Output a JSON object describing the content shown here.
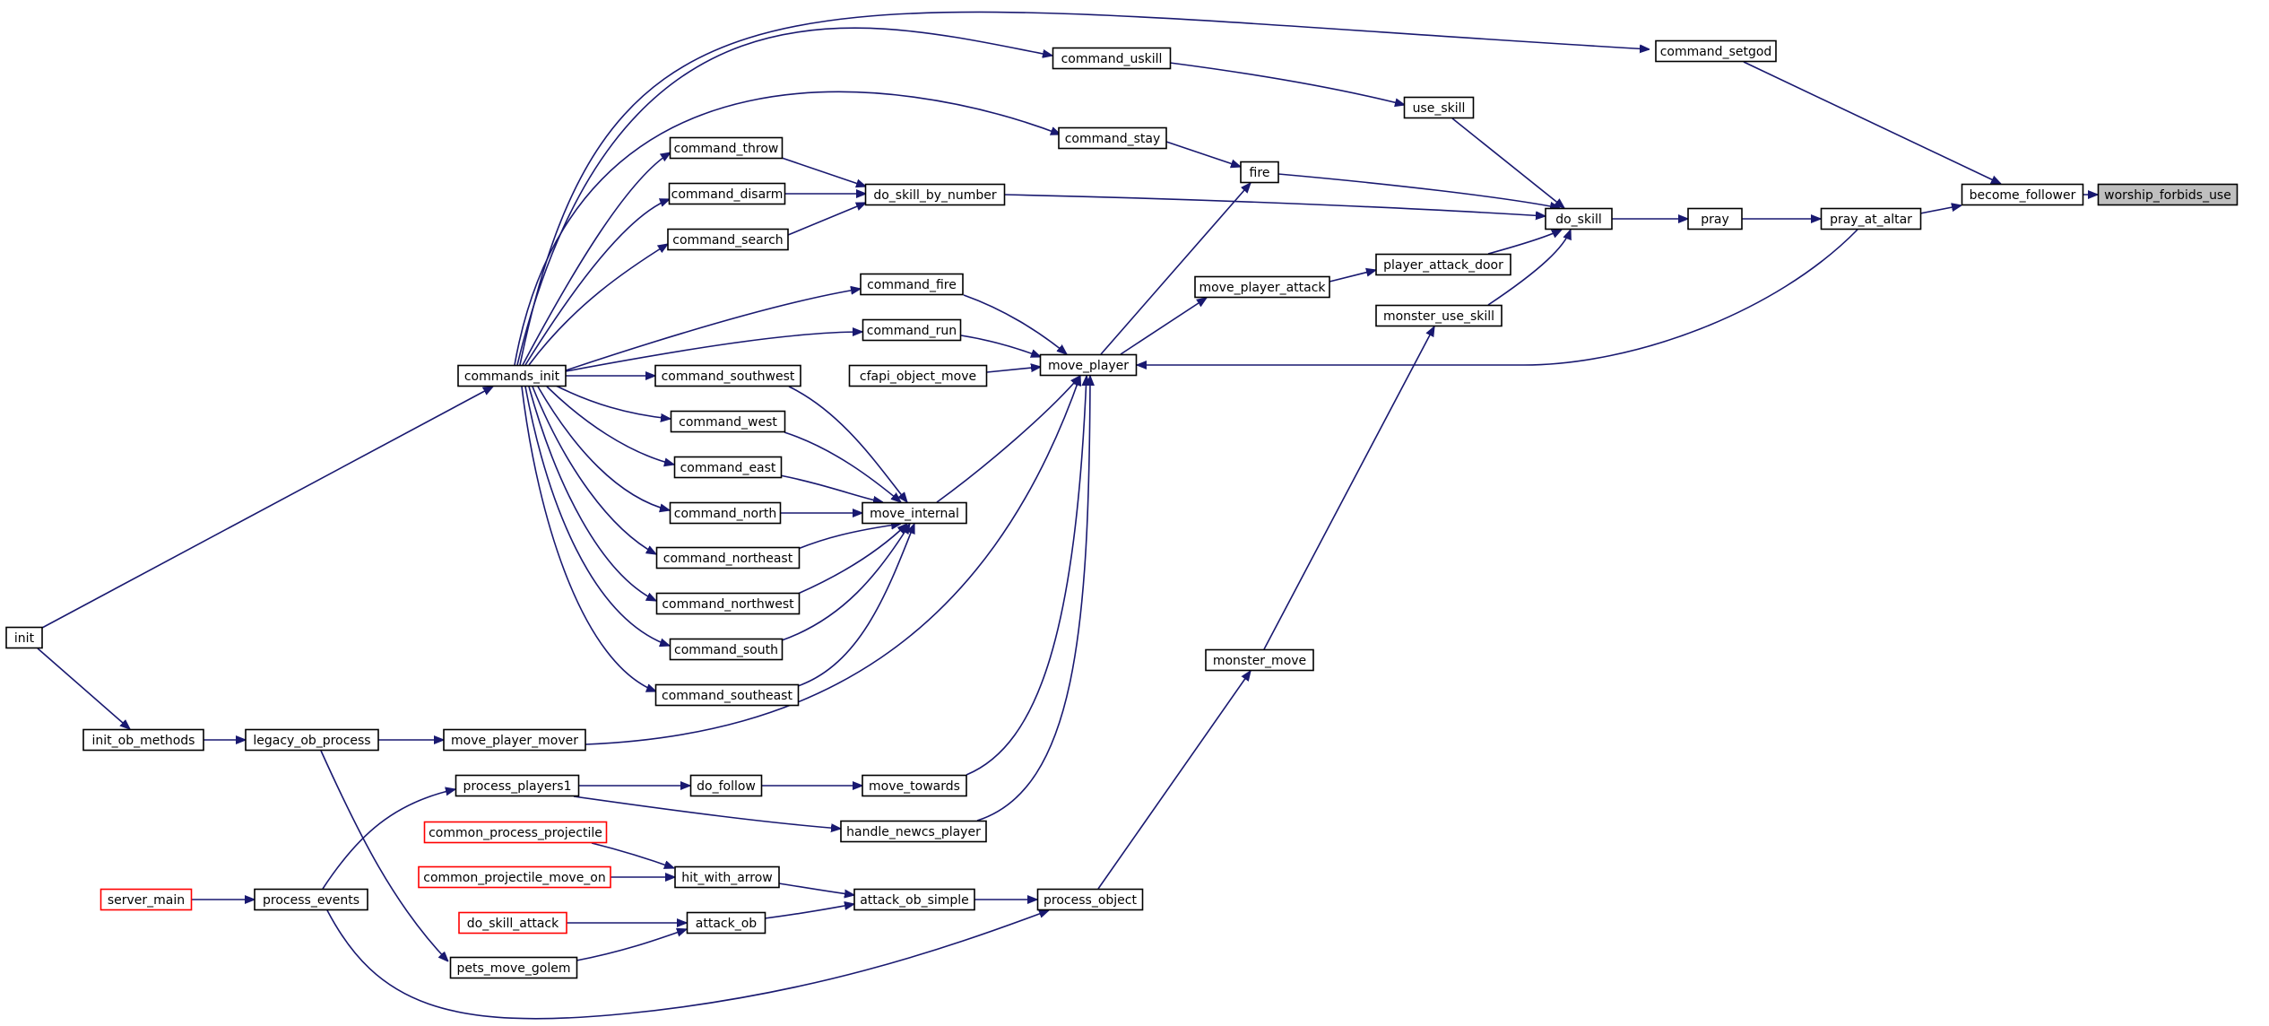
{
  "colors": {
    "edge": "#191970",
    "node_border": "#000000",
    "missing_border": "#ff0000",
    "current_fill": "#bfbfbf"
  },
  "nodes": {
    "worship_forbids_use": "worship_forbids_use",
    "become_follower": "become_follower",
    "command_setgod": "command_setgod",
    "pray_at_altar": "pray_at_altar",
    "pray": "pray",
    "do_skill": "do_skill",
    "command_uskill": "command_uskill",
    "use_skill": "use_skill",
    "command_stay": "command_stay",
    "fire": "fire",
    "do_skill_by_number": "do_skill_by_number",
    "command_throw": "command_throw",
    "command_disarm": "command_disarm",
    "command_search": "command_search",
    "player_attack_door": "player_attack_door",
    "move_player_attack": "move_player_attack",
    "monster_use_skill": "monster_use_skill",
    "command_fire": "command_fire",
    "command_run": "command_run",
    "cfapi_object_move": "cfapi_object_move",
    "move_player": "move_player",
    "commands_init": "commands_init",
    "command_southwest": "command_southwest",
    "command_west": "command_west",
    "command_east": "command_east",
    "command_north": "command_north",
    "move_internal": "move_internal",
    "command_northeast": "command_northeast",
    "command_northwest": "command_northwest",
    "command_south": "command_south",
    "command_southeast": "command_southeast",
    "init": "init",
    "monster_move": "monster_move",
    "init_ob_methods": "init_ob_methods",
    "legacy_ob_process": "legacy_ob_process",
    "move_player_mover": "move_player_mover",
    "process_players1": "process_players1",
    "do_follow": "do_follow",
    "move_towards": "move_towards",
    "handle_newcs_player": "handle_newcs_player",
    "common_process_projectile": "common_process_projectile",
    "common_projectile_move_on": "common_projectile_move_on",
    "hit_with_arrow": "hit_with_arrow",
    "server_main": "server_main",
    "process_events": "process_events",
    "attack_ob_simple": "attack_ob_simple",
    "process_object": "process_object",
    "do_skill_attack": "do_skill_attack",
    "attack_ob": "attack_ob",
    "pets_move_golem": "pets_move_golem"
  },
  "current_node": "worship_forbids_use",
  "missing_nodes": [
    "common_process_projectile",
    "common_projectile_move_on",
    "server_main",
    "do_skill_attack"
  ],
  "edges": [
    [
      "become_follower",
      "worship_forbids_use"
    ],
    [
      "command_setgod",
      "become_follower"
    ],
    [
      "pray_at_altar",
      "become_follower"
    ],
    [
      "pray",
      "pray_at_altar"
    ],
    [
      "do_skill",
      "pray"
    ],
    [
      "use_skill",
      "do_skill"
    ],
    [
      "fire",
      "do_skill"
    ],
    [
      "do_skill_by_number",
      "do_skill"
    ],
    [
      "player_attack_door",
      "do_skill"
    ],
    [
      "monster_use_skill",
      "do_skill"
    ],
    [
      "command_uskill",
      "use_skill"
    ],
    [
      "command_stay",
      "fire"
    ],
    [
      "move_player",
      "fire"
    ],
    [
      "command_throw",
      "do_skill_by_number"
    ],
    [
      "command_disarm",
      "do_skill_by_number"
    ],
    [
      "command_search",
      "do_skill_by_number"
    ],
    [
      "move_player_attack",
      "player_attack_door"
    ],
    [
      "move_player",
      "move_player_attack"
    ],
    [
      "monster_move",
      "monster_use_skill"
    ],
    [
      "command_fire",
      "move_player"
    ],
    [
      "command_run",
      "move_player"
    ],
    [
      "cfapi_object_move",
      "move_player"
    ],
    [
      "move_internal",
      "move_player"
    ],
    [
      "move_player_mover",
      "move_player"
    ],
    [
      "move_towards",
      "move_player"
    ],
    [
      "handle_newcs_player",
      "move_player"
    ],
    [
      "pray_at_altar",
      "move_player"
    ],
    [
      "commands_init",
      "command_setgod"
    ],
    [
      "commands_init",
      "command_uskill"
    ],
    [
      "commands_init",
      "command_stay"
    ],
    [
      "commands_init",
      "command_throw"
    ],
    [
      "commands_init",
      "command_disarm"
    ],
    [
      "commands_init",
      "command_search"
    ],
    [
      "commands_init",
      "command_fire"
    ],
    [
      "commands_init",
      "command_run"
    ],
    [
      "commands_init",
      "command_southwest"
    ],
    [
      "commands_init",
      "command_west"
    ],
    [
      "commands_init",
      "command_east"
    ],
    [
      "commands_init",
      "command_north"
    ],
    [
      "commands_init",
      "command_northeast"
    ],
    [
      "commands_init",
      "command_northwest"
    ],
    [
      "commands_init",
      "command_south"
    ],
    [
      "commands_init",
      "command_southeast"
    ],
    [
      "command_southwest",
      "move_internal"
    ],
    [
      "command_west",
      "move_internal"
    ],
    [
      "command_east",
      "move_internal"
    ],
    [
      "command_north",
      "move_internal"
    ],
    [
      "command_northeast",
      "move_internal"
    ],
    [
      "command_northwest",
      "move_internal"
    ],
    [
      "command_south",
      "move_internal"
    ],
    [
      "command_southeast",
      "move_internal"
    ],
    [
      "init",
      "commands_init"
    ],
    [
      "init",
      "init_ob_methods"
    ],
    [
      "init_ob_methods",
      "legacy_ob_process"
    ],
    [
      "legacy_ob_process",
      "move_player_mover"
    ],
    [
      "legacy_ob_process",
      "pets_move_golem"
    ],
    [
      "process_players1",
      "do_follow"
    ],
    [
      "process_players1",
      "handle_newcs_player"
    ],
    [
      "do_follow",
      "move_towards"
    ],
    [
      "process_events",
      "process_players1"
    ],
    [
      "process_events",
      "process_object"
    ],
    [
      "server_main",
      "process_events"
    ],
    [
      "common_process_projectile",
      "hit_with_arrow"
    ],
    [
      "common_projectile_move_on",
      "hit_with_arrow"
    ],
    [
      "hit_with_arrow",
      "attack_ob_simple"
    ],
    [
      "attack_ob",
      "attack_ob_simple"
    ],
    [
      "do_skill_attack",
      "attack_ob"
    ],
    [
      "pets_move_golem",
      "attack_ob"
    ],
    [
      "attack_ob_simple",
      "process_object"
    ],
    [
      "process_object",
      "monster_move"
    ]
  ]
}
